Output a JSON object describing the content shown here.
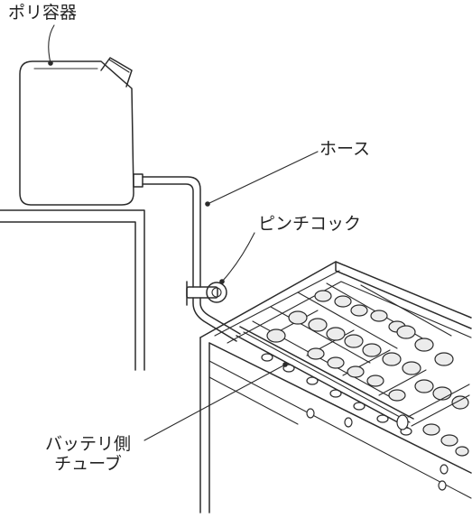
{
  "labels": {
    "container": "ポリ容器",
    "hose": "ホース",
    "pinch_cock": "ピンチコック",
    "battery_tube_line1": "バッテリ側",
    "battery_tube_line2": "チューブ"
  }
}
